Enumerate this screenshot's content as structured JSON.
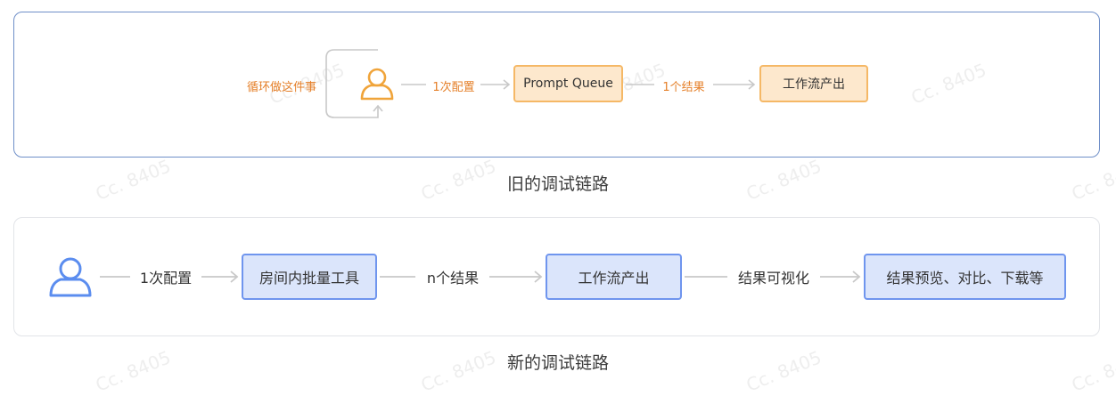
{
  "old_flow": {
    "caption": "旧的调试链路",
    "loop_label": "循环做这件事",
    "config_label": "1次配置",
    "queue_box": "Prompt Queue",
    "result_label": "1个结果",
    "output_box": "工作流产出",
    "user_icon": "user-icon",
    "accent_color": "#f0a43a"
  },
  "new_flow": {
    "caption": "新的调试链路",
    "config_label": "1次配置",
    "batch_box": "房间内批量工具",
    "results_label": "n个结果",
    "output_box": "工作流产出",
    "visual_label": "结果可视化",
    "final_box": "结果预览、对比、下载等",
    "user_icon": "user-icon",
    "accent_color": "#5b8def"
  },
  "watermark": "Cc. 8405"
}
